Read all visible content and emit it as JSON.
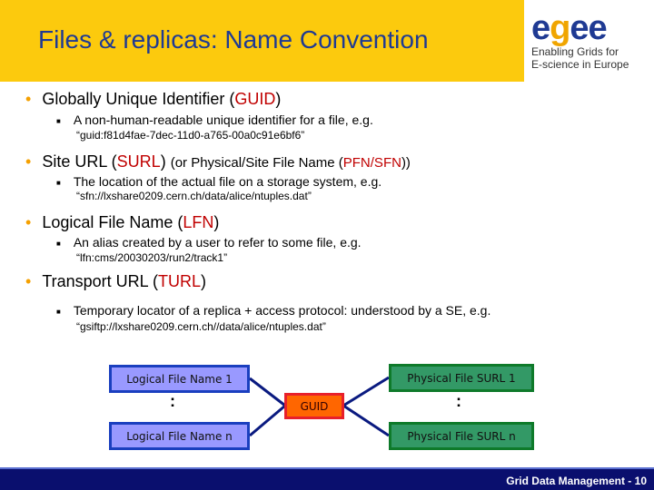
{
  "header": {
    "title": "Files & replicas: Name Convention"
  },
  "logo": {
    "wordmark": "egee",
    "tagline_1": "Enabling Grids for",
    "tagline_2": "E-science in Europe"
  },
  "bullets": [
    {
      "pre": "Globally Unique Identifier (",
      "term": "GUID",
      "post": ")",
      "sub": "A non-human-readable unique identifier for a file, e.g.",
      "example": "“guid:f81d4fae-7dec-11d0-a765-00a0c91e6bf6”"
    },
    {
      "pre": "Site URL (",
      "term": "SURL",
      "post": ")",
      "aside_pre": "(or Physical/Site File Name (",
      "aside_term": "PFN/SFN",
      "aside_post": "))",
      "sub": "The location of the actual file on a storage system, e.g.",
      "example": "“sfn://lxshare0209.cern.ch/data/alice/ntuples.dat”"
    },
    {
      "pre": "Logical File Name (",
      "term": "LFN",
      "post": ")",
      "sub": "An alias created by a user to refer to some file, e.g.",
      "example": "“lfn:cms/20030203/run2/track1”"
    },
    {
      "pre": "Transport URL (",
      "term": "TURL",
      "post": ")",
      "sub": "Temporary locator of a replica + access protocol: understood by a SE, e.g.",
      "example": "“gsiftp://lxshare0209.cern.ch//data/alice/ntuples.dat”"
    }
  ],
  "diagram": {
    "lfn_1": "Logical File Name 1",
    "lfn_n": "Logical File Name n",
    "guid": "GUID",
    "pfn_1": "Physical File SURL 1",
    "pfn_n": "Physical File SURL n",
    "ellipsis": ":"
  },
  "colors": {
    "header": "#fcca0d",
    "title": "#1f3a93",
    "accent": "#c00000",
    "footer": "#0a0f6e"
  },
  "footer": {
    "text": "Grid Data Management - 10"
  }
}
